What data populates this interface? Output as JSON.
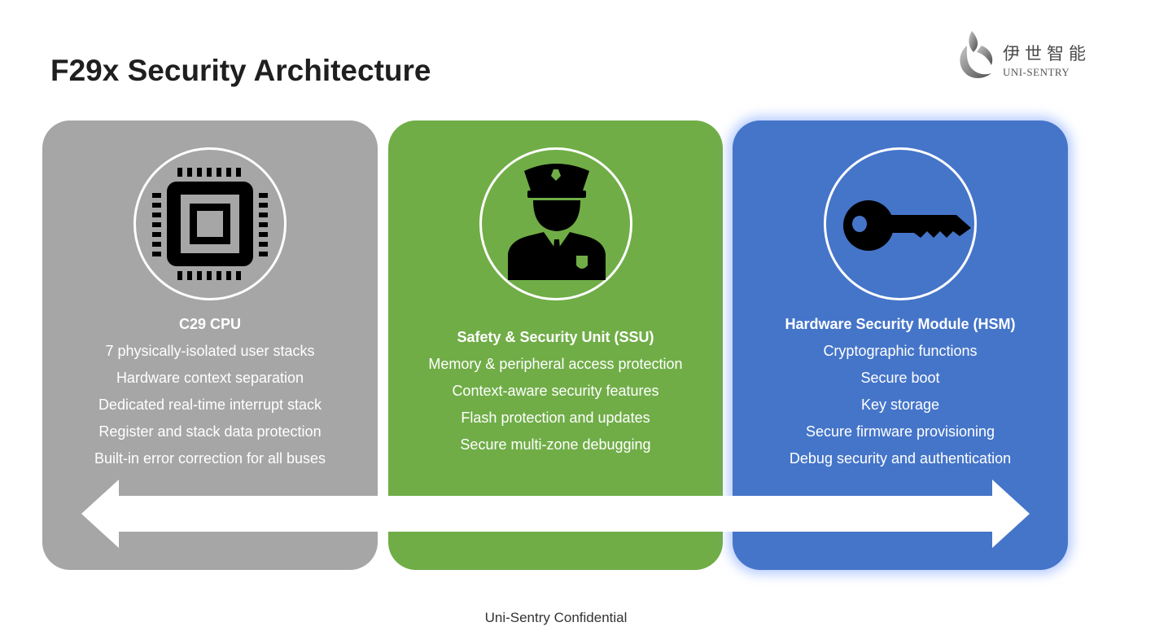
{
  "slide": {
    "title": "F29x Security Architecture",
    "footer": "Uni-Sentry Confidential"
  },
  "logo": {
    "name_cn": "伊世智能",
    "name_en": "UNI-SENTRY",
    "icon": "uni-sentry-logo-mark"
  },
  "panels": [
    {
      "id": "cpu",
      "icon": "cpu-chip-icon",
      "color": "#a6a6a6",
      "title": "C29 CPU",
      "items": [
        "7 physically-isolated user stacks",
        "Hardware context separation",
        "Dedicated real-time interrupt stack",
        "Register and stack data protection",
        "Built-in error correction for all buses"
      ]
    },
    {
      "id": "ssu",
      "icon": "security-guard-icon",
      "color": "#70ad47",
      "title": "Safety & Security Unit (SSU)",
      "items": [
        "Memory & peripheral access protection",
        "Context-aware security features",
        "Flash protection and updates",
        "Secure multi-zone debugging"
      ]
    },
    {
      "id": "hsm",
      "icon": "key-icon",
      "color": "#4575c9",
      "title": "Hardware Security Module (HSM)",
      "items": [
        "Cryptographic functions",
        "Secure boot",
        "Key storage",
        "Secure firmware provisioning",
        "Debug security and authentication"
      ]
    }
  ],
  "arrow": {
    "icon": "double-headed-arrow-icon"
  }
}
